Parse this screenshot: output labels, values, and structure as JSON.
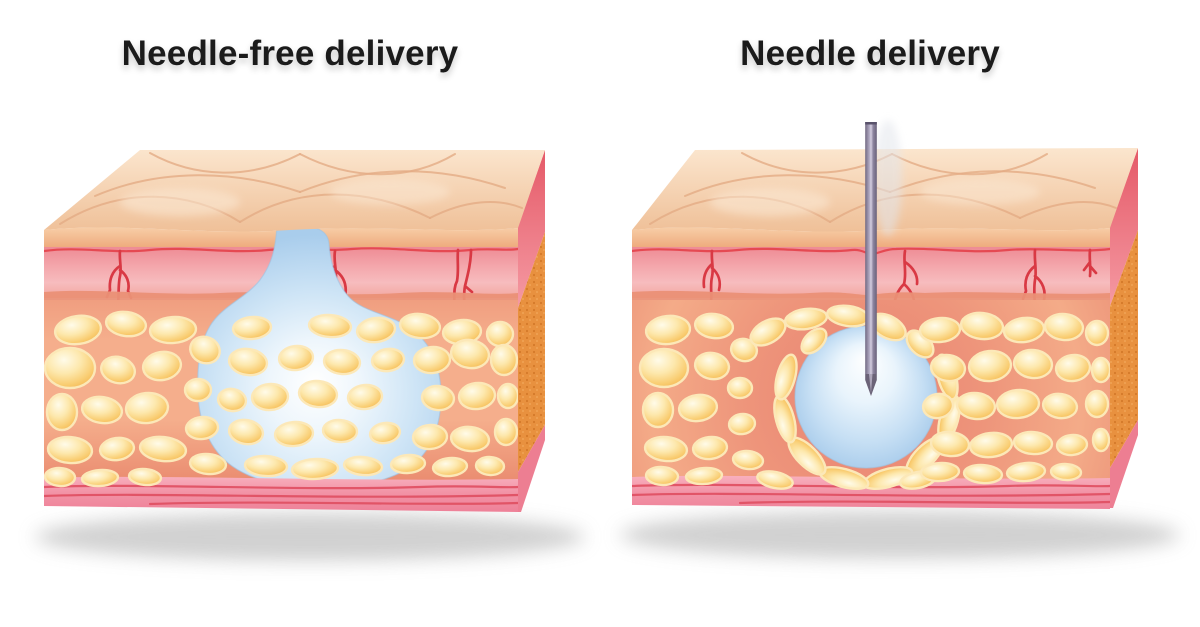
{
  "page": {
    "background": "#ffffff"
  },
  "panels": [
    {
      "id": "needle-free-delivery",
      "title": "Needle-free delivery"
    },
    {
      "id": "needle-delivery",
      "title": "Needle delivery"
    }
  ],
  "colors": {
    "title_text": "#1b1b1b",
    "skin_surface": "#f8dcc2",
    "surface_seam": "#e3ab85",
    "epidermis_edge": "#f0ab7c",
    "epidermis_line": "#e4434c",
    "dermis_pink": "#f2a2a8",
    "blood_vessel": "#d93944",
    "subcutis_background": "#f4ac8a",
    "subcutis_deep": "#ea9076",
    "fat_cell": "#f6b94e",
    "fat_cell_outline": "#fce8b8",
    "drug_liquid": "#c9e1f5",
    "muscle_pink": "#f291a4",
    "muscle_line": "#e04f62",
    "side_fat": "#e8913f",
    "side_dermis": "#ee6e7a",
    "side_muscle": "#ed7e92",
    "needle_body": "#847c97",
    "needle_highlight": "#d4cee0",
    "shadow": "#c9c9c9"
  }
}
